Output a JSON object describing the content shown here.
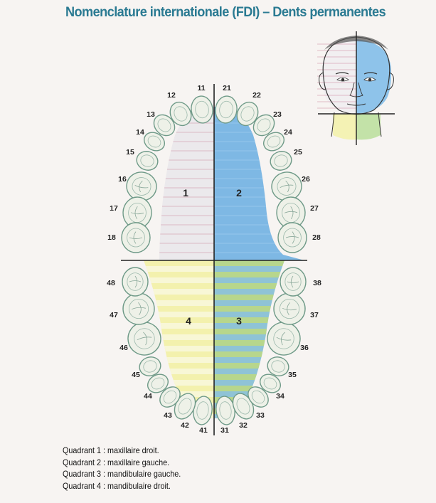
{
  "title": "Nomenclature internationale (FDI) – Dents permanentes",
  "colors": {
    "q1": "#ebe9ec",
    "q2": "#7eb8e4",
    "q3_a": "#b7d68c",
    "q3_b": "#8fc3d6",
    "q4": "#f3f1ad",
    "stripe_line": "#d6a8b8",
    "tooth_fill": "#eef1e8",
    "tooth_stroke": "#6f9a88",
    "title": "#2a7a92"
  },
  "quadrant_labels": [
    "1",
    "2",
    "3",
    "4"
  ],
  "teeth": {
    "upper_right": [
      "11",
      "12",
      "13",
      "14",
      "15",
      "16",
      "17",
      "18"
    ],
    "upper_left": [
      "21",
      "22",
      "23",
      "24",
      "25",
      "26",
      "27",
      "28"
    ],
    "lower_left": [
      "31",
      "32",
      "33",
      "34",
      "35",
      "36",
      "37",
      "38"
    ],
    "lower_right": [
      "41",
      "42",
      "43",
      "44",
      "45",
      "46",
      "47",
      "48"
    ]
  },
  "legend": [
    "Quadrant 1 : maxillaire droit.",
    "Quadrant 2 : maxillaire gauche.",
    "Quadrant 3 : mandibulaire gauche.",
    "Quadrant 4 : mandibulaire droit."
  ]
}
